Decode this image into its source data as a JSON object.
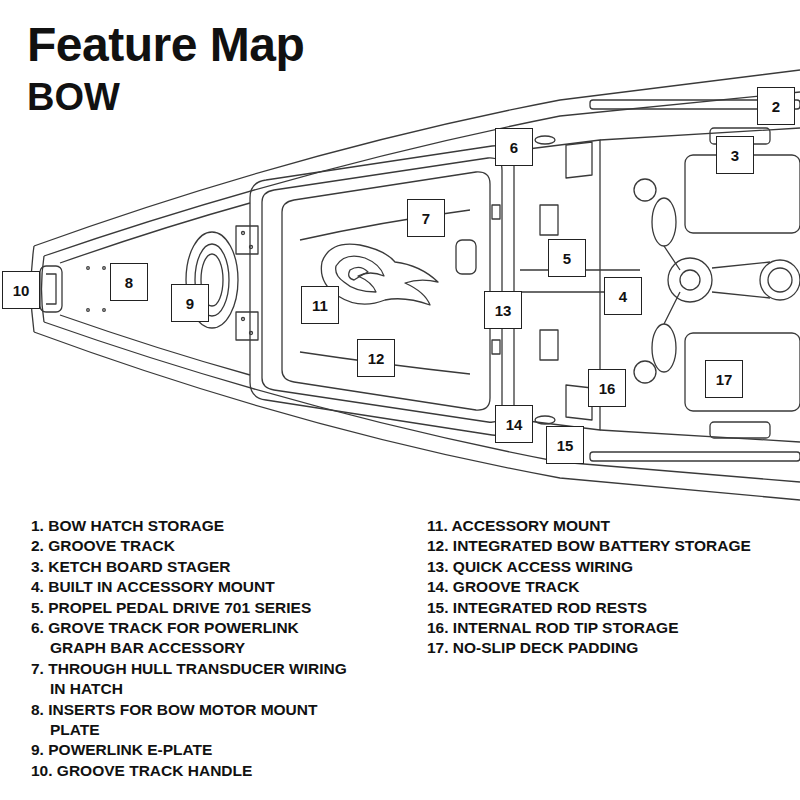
{
  "diagram": {
    "title": "Feature Map",
    "nodes": [
      {
        "text": [
          "2"
        ]
      },
      {
        "text": [
          "3"
        ]
      },
      {
        "text": [
          "6"
        ]
      },
      {
        "text": [
          "7"
        ]
      },
      {
        "text": [
          "5"
        ]
      },
      {
        "text": [
          "4"
        ]
      },
      {
        "text": [
          "8"
        ]
      },
      {
        "text": [
          "10"
        ]
      },
      {
        "text": [
          "9"
        ]
      },
      {
        "text": [
          "11"
        ]
      },
      {
        "text": [
          "13"
        ]
      },
      {
        "text": [
          "12"
        ]
      },
      {
        "text": [
          "17"
        ]
      },
      {
        "text": [
          "16"
        ]
      },
      {
        "text": [
          "14"
        ]
      },
      {
        "text": [
          "15"
        ]
      }
    ],
    "labels": [
      "BOW",
      "1. BOW HATCH STORAGE",
      "2. GROOVE TRACK",
      "3. KETCH BOARD STAGER",
      "4. BUILT IN ACCESSORY MOUNT",
      "5. PROPEL PEDAL DRIVE 701 SERIES",
      "6. GROVE TRACK FOR POWERLINK GRAPH BAR ACCESSORY",
      "7. THROUGH HULL TRANSDUCER WIRING IN HATCH",
      "8. INSERTS FOR BOW MOTOR MOUNT PLATE",
      "9. POWERLINK E-PLATE",
      "10. GROOVE TRACK HANDLE",
      "11. ACCESSORY MOUNT",
      "12. INTEGRATED BOW BATTERY STORAGE",
      "13. QUICK ACCESS WIRING",
      "14. GROOVE TRACK",
      "15. INTEGRATED ROD RESTS",
      "16. INTERNAL ROD TIP STORAGE",
      "17. NO-SLIP DECK PADDING"
    ]
  }
}
